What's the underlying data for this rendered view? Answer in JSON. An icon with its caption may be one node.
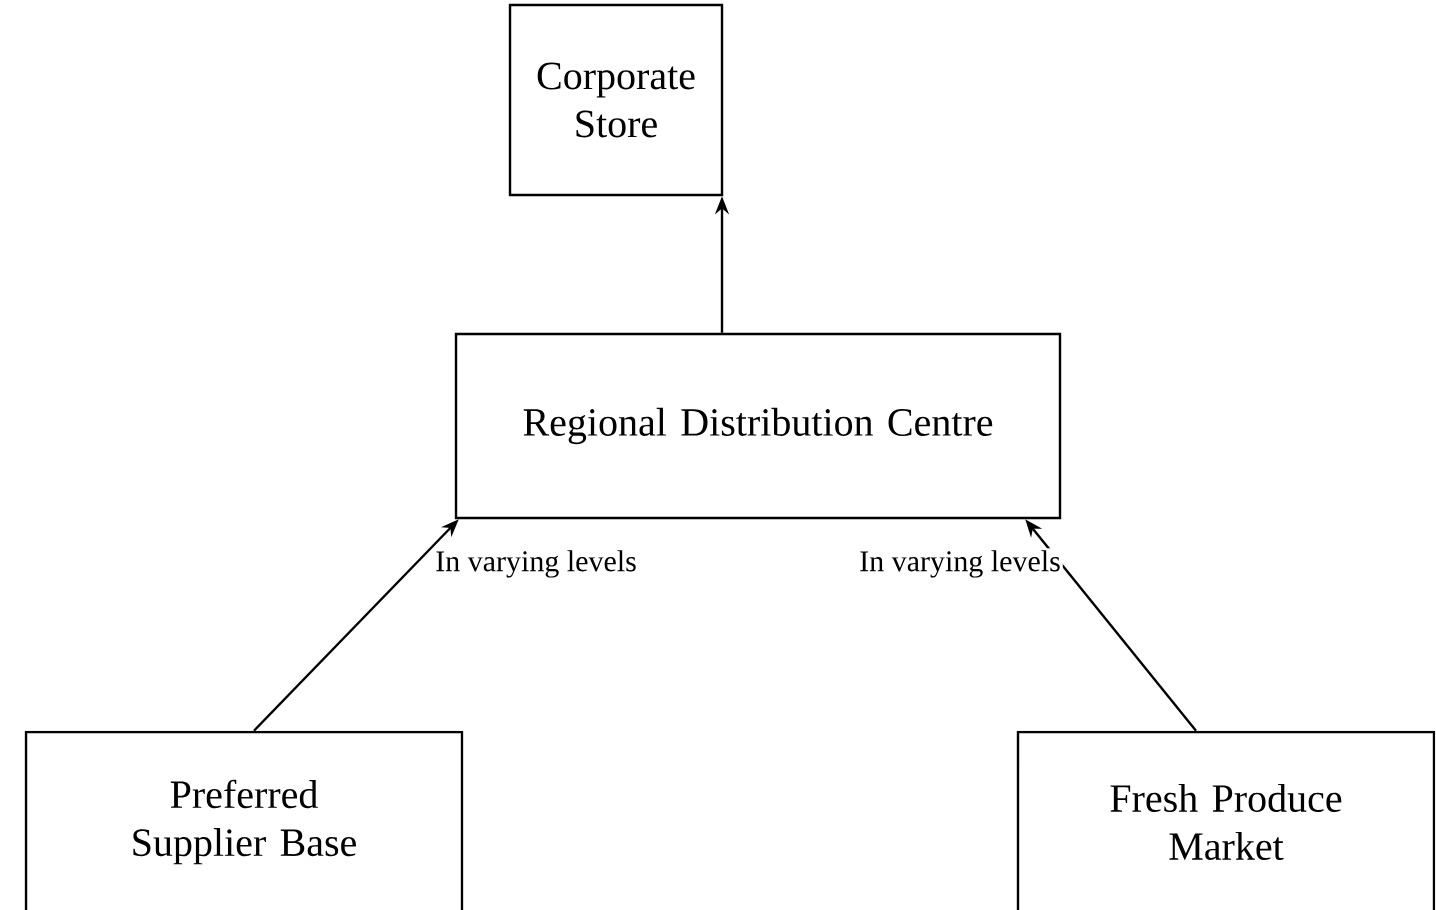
{
  "diagram": {
    "nodes": [
      {
        "text": [
          "Corporate Store"
        ]
      },
      {
        "text": [
          "Regional Distribution Centre"
        ]
      },
      {
        "text": [
          "Preferred Supplier Base"
        ]
      },
      {
        "text": [
          "Fresh Produce Market"
        ]
      }
    ],
    "edges": [
      {
        "from": 1,
        "to": 0,
        "arrow": "to"
      },
      {
        "from": 2,
        "to": 1,
        "arrow": "to",
        "label": "In varying levels"
      },
      {
        "from": 3,
        "to": 1,
        "arrow": "to",
        "label": "In varying levels"
      }
    ]
  }
}
